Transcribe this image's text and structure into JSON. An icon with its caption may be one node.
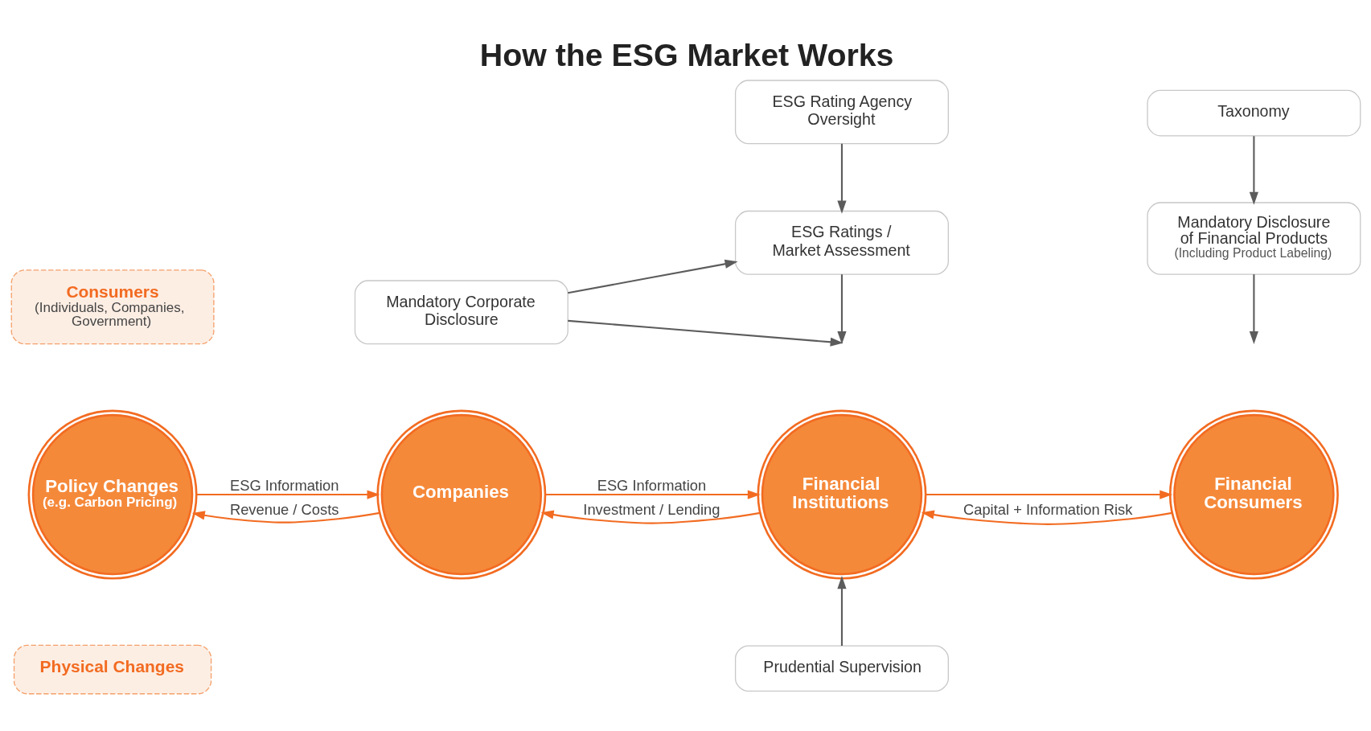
{
  "diagram": {
    "title": "How the ESG Market Works",
    "nodes": [
      {
        "text": [
          "ESG Rating Agency Oversight"
        ]
      },
      {
        "text": [
          "Taxonomy"
        ]
      },
      {
        "text": [
          "Consumers",
          "(Individuals, Companies, Government)"
        ]
      },
      {
        "text": [
          "Mandatory Corporate Disclosure"
        ]
      },
      {
        "text": [
          "ESG Ratings / Market Assessment"
        ]
      },
      {
        "text": [
          "Mandatory Disclosure of Financial Products",
          "(Including Product Labeling)"
        ]
      },
      {
        "text": [
          "Policy Changes",
          "(e.g. Carbon Pricing)"
        ]
      },
      {
        "text": [
          "Companies"
        ]
      },
      {
        "text": [
          "Financial Institutions"
        ]
      },
      {
        "text": [
          "Financial Consumers"
        ]
      },
      {
        "text": [
          "Physical Changes"
        ]
      },
      {
        "text": [
          "Prudential Supervision"
        ]
      }
    ],
    "edges": [
      {
        "from": 0,
        "to": 4,
        "arrow": "to"
      },
      {
        "from": 1,
        "to": 5,
        "arrow": "to"
      },
      {
        "from": 3,
        "to": 4,
        "arrow": "to"
      },
      {
        "from": 3,
        "to": null,
        "arrow": "to"
      },
      {
        "from": 4,
        "to": null,
        "arrow": "to"
      },
      {
        "from": 5,
        "to": null,
        "arrow": "to"
      },
      {
        "from": 6,
        "to": 7,
        "arrow": "to",
        "label": "ESG Information",
        "color": "#f26b21"
      },
      {
        "from": 7,
        "to": 6,
        "arrow": "to",
        "label": "Revenue / Costs",
        "color": "#f26b21"
      },
      {
        "from": 7,
        "to": 8,
        "arrow": "to",
        "label": "ESG Information",
        "color": "#f26b21"
      },
      {
        "from": 8,
        "to": 7,
        "arrow": "to",
        "label": "Investment / Lending",
        "color": "#f26b21"
      },
      {
        "from": 8,
        "to": 9,
        "arrow": "to",
        "color": "#f26b21"
      },
      {
        "from": 9,
        "to": 8,
        "arrow": "to",
        "label": "Capital + Information Risk",
        "color": "#f26b21"
      },
      {
        "from": 11,
        "to": 8,
        "arrow": "to"
      }
    ]
  }
}
